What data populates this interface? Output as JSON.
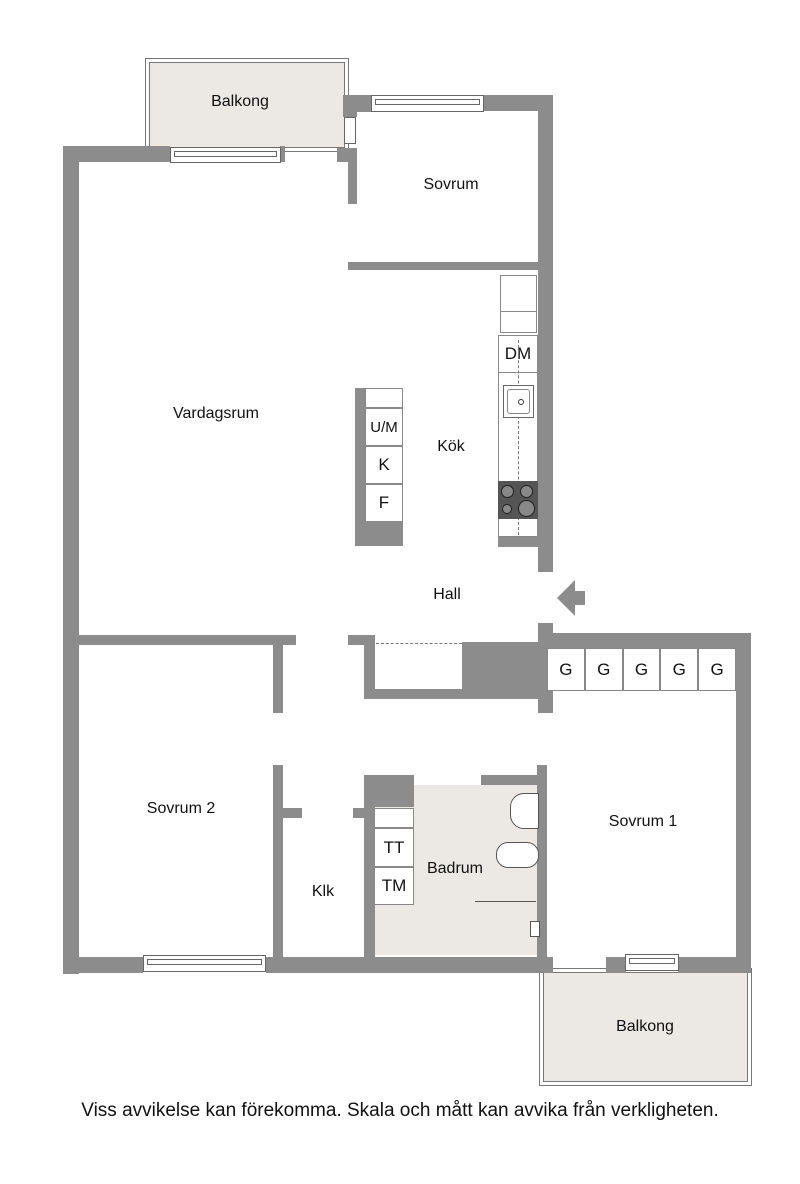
{
  "floorplan": {
    "rooms": {
      "balkong_top": "Balkong",
      "sovrum": "Sovrum",
      "vardagsrum": "Vardagsrum",
      "kok": "Kök",
      "hall": "Hall",
      "sovrum2": "Sovrum 2",
      "klk": "Klk",
      "badrum": "Badrum",
      "sovrum1": "Sovrum 1",
      "balkong_bottom": "Balkong"
    },
    "kitchen_island": [
      "",
      "U/M",
      "K",
      "F"
    ],
    "kitchen_counter": {
      "dishwasher": "DM",
      "sink_icon": "sink-icon",
      "stove_icon": "stove-icon"
    },
    "laundry": [
      "TT",
      "TM"
    ],
    "wardrobes": [
      "G",
      "G",
      "G",
      "G",
      "G"
    ],
    "entrance_icon": "entrance-arrow-icon",
    "colors": {
      "wall": "#8c8c8c",
      "balcony": "#ece9e4",
      "bathroom": "#ece9e4"
    }
  },
  "footer": {
    "disclaimer": "Viss avvikelse kan förekomma. Skala och mått kan avvika från verkligheten."
  }
}
